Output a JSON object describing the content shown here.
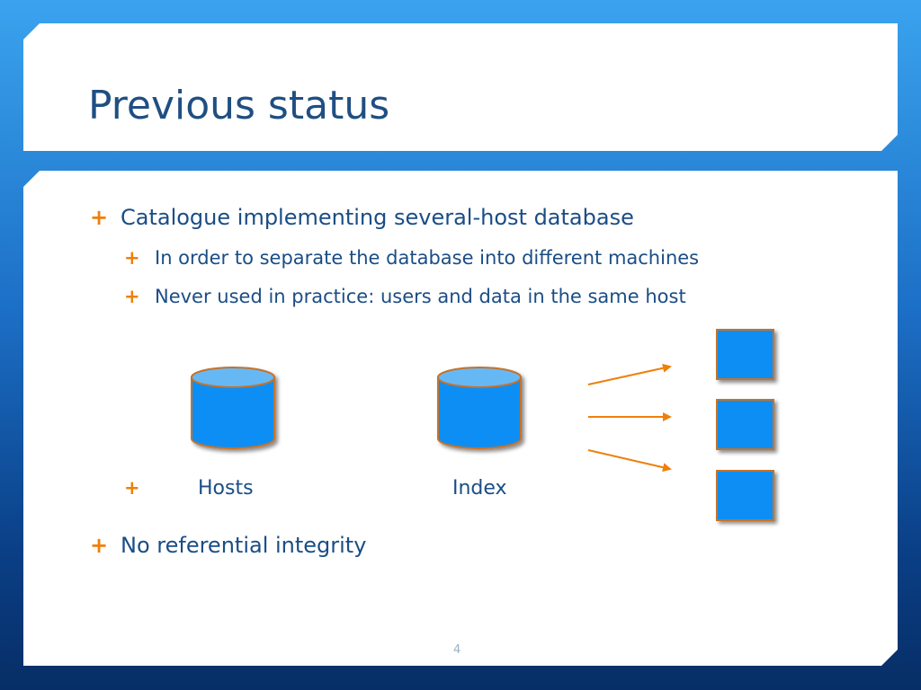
{
  "slide": {
    "title": "Previous status",
    "page_number": "4",
    "bullets": [
      {
        "text": "Catalogue implementing several-host database"
      },
      {
        "text": "In order to separate the database into different machines"
      },
      {
        "text": "Never used in practice:  users and data in the same host"
      },
      {
        "text": "No referential integrity"
      }
    ],
    "diagram": {
      "hosts_label": "Hosts",
      "index_label": "Index"
    },
    "colors": {
      "accent": "#f07f09",
      "shape_fill": "#0a8ef5",
      "shape_stroke": "#c5732c",
      "title_text": "#1f4f82"
    }
  }
}
